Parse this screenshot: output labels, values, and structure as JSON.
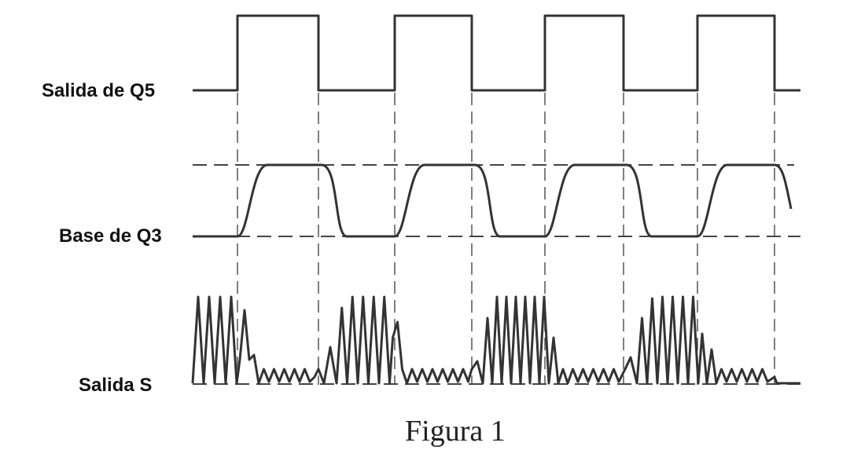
{
  "labels": {
    "q5_output": "Salida de Q5",
    "q3_base": "Base de Q3",
    "s_output": "Salida S"
  },
  "caption": "Figura 1",
  "colors": {
    "trace": "#333333",
    "guide": "#444444",
    "background": "#ffffff"
  }
}
